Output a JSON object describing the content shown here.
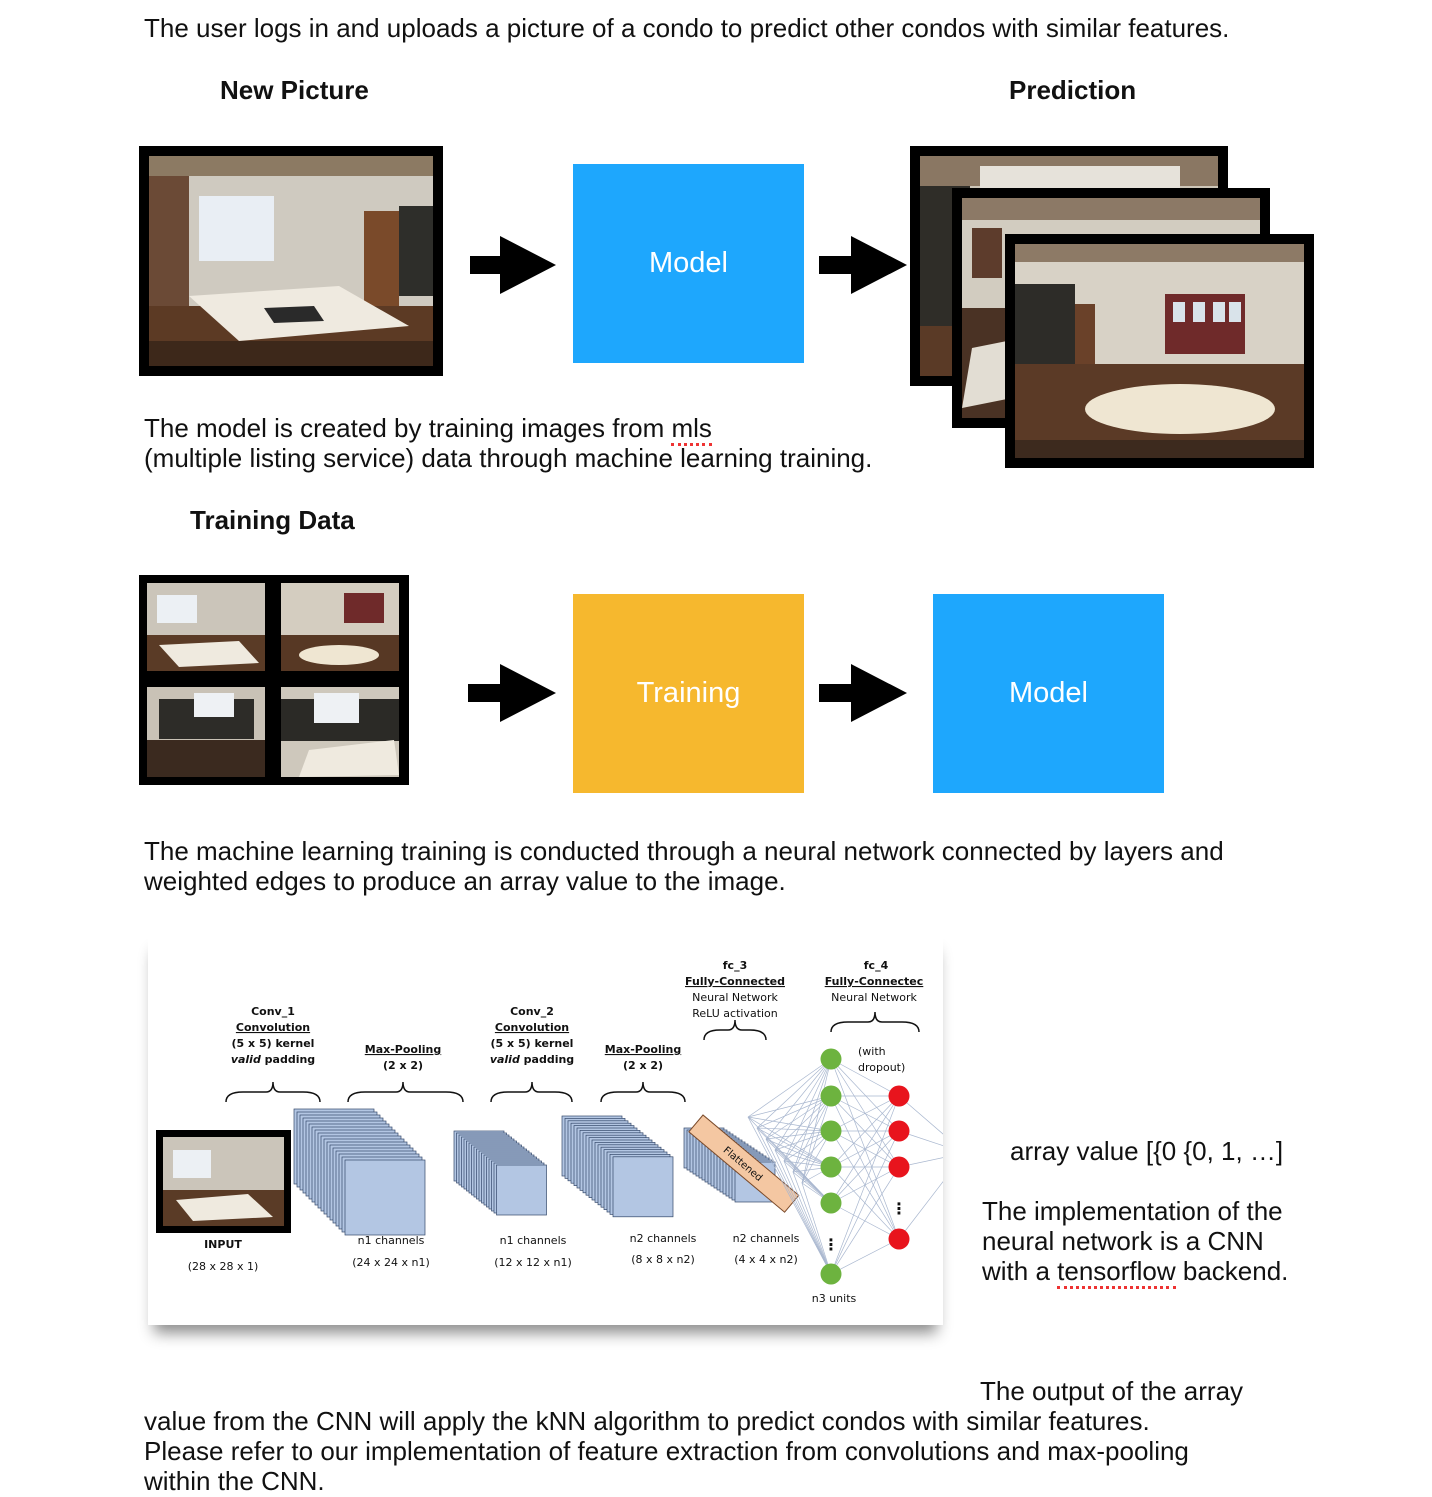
{
  "intro": "The user logs in and uploads a picture of a condo to predict other condos with similar features.",
  "section1": {
    "new_picture_title": "New Picture",
    "prediction_title": "Prediction",
    "model_label": "Model"
  },
  "model_desc": {
    "line1_a": "The model is created by training images from ",
    "line1_b": "mls",
    "line2": "(multiple listing service) data through machine learning training."
  },
  "section2": {
    "training_data_title": "Training Data",
    "training_label": "Training",
    "model_label": "Model"
  },
  "nn_desc": {
    "line1": "The machine learning training is conducted through a neural network connected by layers and",
    "line2": "weighted edges to produce an array value to the image."
  },
  "cnn": {
    "conv1": {
      "name": "Conv_1",
      "type": "Convolution",
      "kernel": "(5 x 5) kernel",
      "padding_italic": "valid",
      "padding_rest": " padding"
    },
    "pool1": {
      "name": "Max-Pooling",
      "size": "(2 x 2)"
    },
    "conv2": {
      "name": "Conv_2",
      "type": "Convolution",
      "kernel": "(5 x 5) kernel",
      "padding_italic": "valid",
      "padding_rest": " padding"
    },
    "pool2": {
      "name": "Max-Pooling",
      "size": "(2 x 2)"
    },
    "fc3": {
      "name": "fc_3",
      "type": "Fully-Connected",
      "desc": "Neural Network",
      "activation": "ReLU activation"
    },
    "fc4": {
      "name": "fc_4",
      "type": "Fully-Connectec",
      "desc": "Neural Network"
    },
    "dropout1": "(with",
    "dropout2": "dropout)",
    "flattened": "Flattened",
    "input_label": "INPUT",
    "input_dims": "(28 x 28 x 1)",
    "l1_label": "n1 channels",
    "l1_dims": "(24 x 24 x n1)",
    "l2_label": "n1 channels",
    "l2_dims": "(12 x 12 x n1)",
    "l3_label": "n2 channels",
    "l3_dims": "(8 x 8 x n2)",
    "l4_label": "n2 channels",
    "l4_dims": "(4 x 4 x n2)",
    "n3_units": "n3 units",
    "colors": {
      "layer": "#b3c6e3",
      "node_green": "#6db33f",
      "node_red": "#e8141d",
      "output": "#1ea7fd",
      "flatten": "#f4c7a2"
    }
  },
  "array_value": "array value [{0 {0, 1, …]",
  "impl": {
    "line1": "The implementation of the",
    "line2": "neural network is a CNN",
    "line3_a": "with a ",
    "line3_b": "tensorflow",
    "line3_c": " backend."
  },
  "output": {
    "line1": "The output of the array",
    "line2": "value from the CNN will apply the kNN algorithm to predict condos with similar features.",
    "line3": "Please refer to our implementation of feature extraction from convolutions and max-pooling",
    "line4": "within the CNN."
  },
  "icons": [
    "arrow-right-icon"
  ]
}
